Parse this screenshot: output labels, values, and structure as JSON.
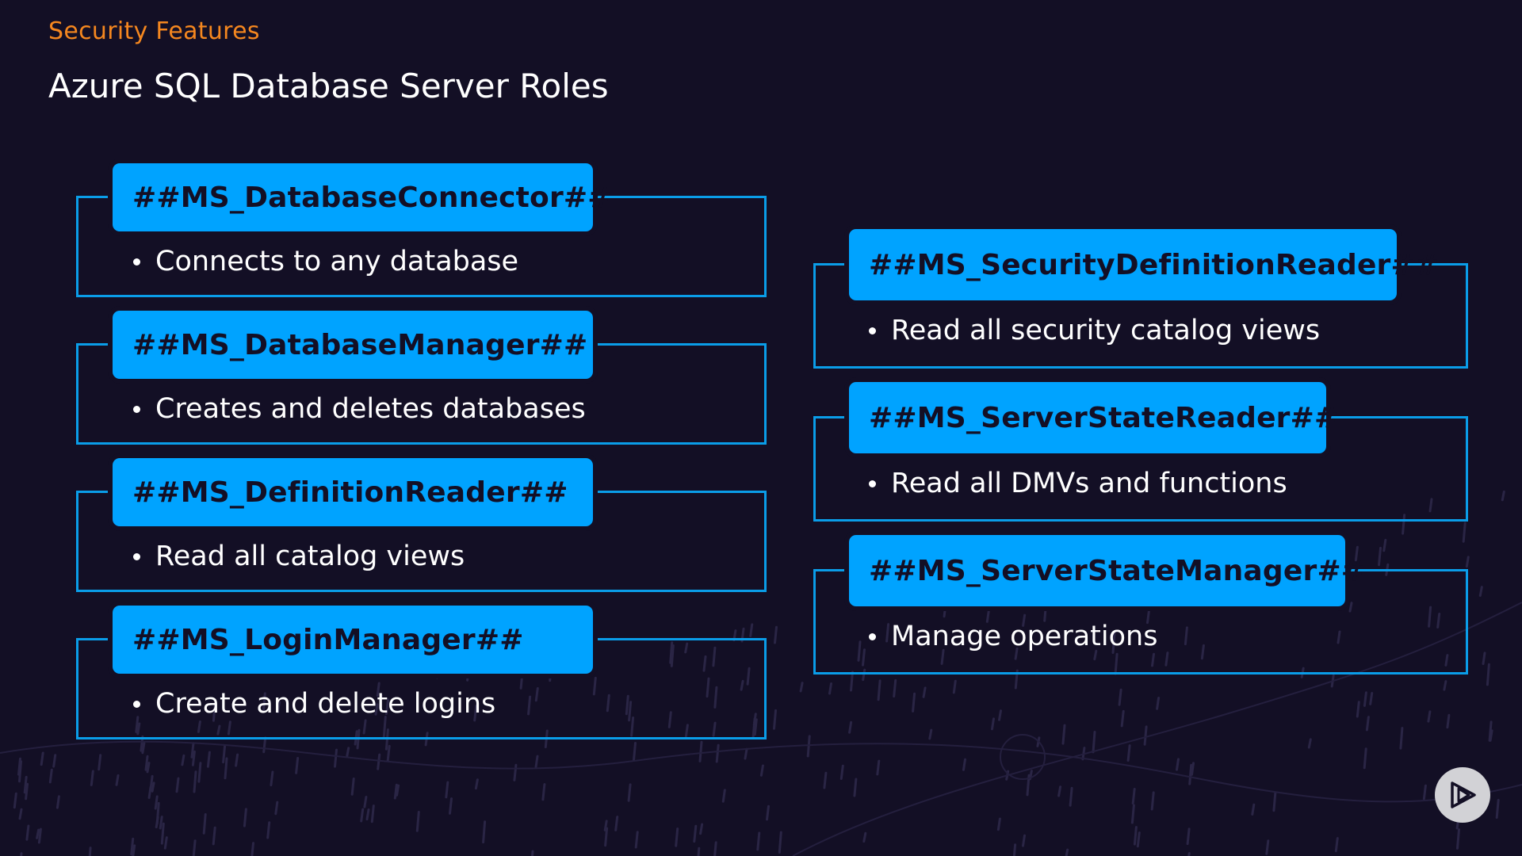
{
  "header": {
    "eyebrow": "Security Features",
    "title": "Azure SQL Database Server Roles"
  },
  "roles_left": [
    {
      "name": "##MS_DatabaseConnector##",
      "description": "Connects to any database"
    },
    {
      "name": "##MS_DatabaseManager##",
      "description": "Creates and deletes databases"
    },
    {
      "name": "##MS_DefinitionReader##",
      "description": "Read all catalog views"
    },
    {
      "name": "##MS_LoginManager##",
      "description": "Create and delete logins"
    }
  ],
  "roles_right": [
    {
      "name": "##MS_SecurityDefinitionReader##",
      "description": "Read all security catalog views"
    },
    {
      "name": "##MS_ServerStateReader##",
      "description": "Read all DMVs and functions"
    },
    {
      "name": "##MS_ServerStateManager##",
      "description": "Manage operations"
    }
  ],
  "colors": {
    "background": "#130f25",
    "accent_orange": "#f5871f",
    "badge_blue": "#00a3ff",
    "border_blue": "#0a9de8"
  },
  "icons": {
    "logo": "play-logo-icon"
  }
}
